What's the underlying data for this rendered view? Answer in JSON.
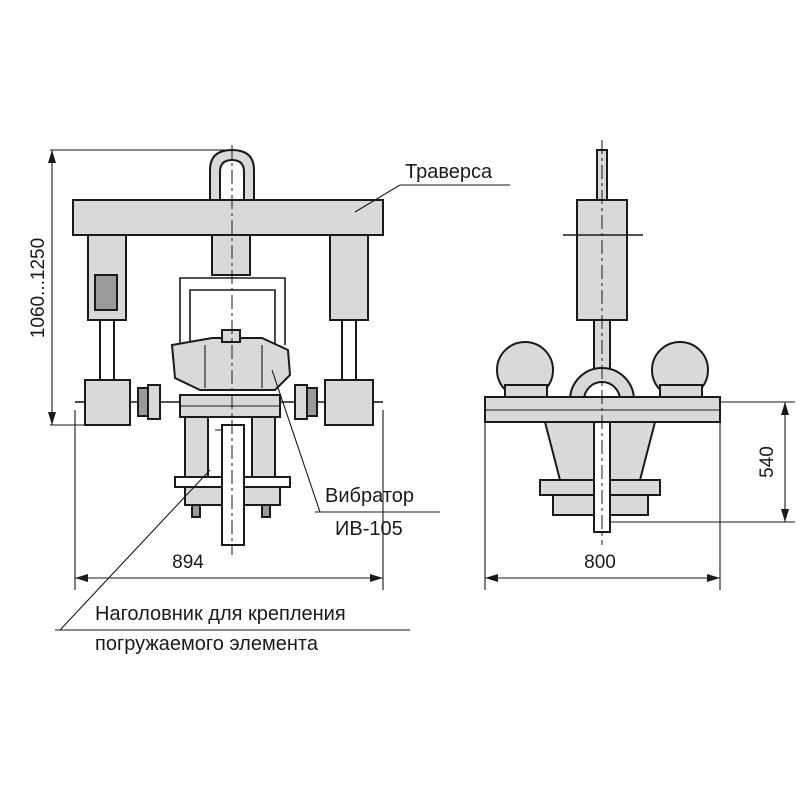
{
  "labels": {
    "traversa": "Траверса",
    "vibrator": "Вибратор",
    "vibrator_model": "ИВ-105",
    "headpiece_line1": "Наголовник для крепления",
    "headpiece_line2": "погружаемого элемента"
  },
  "dimensions": {
    "height_range": "1060...1250",
    "front_width": "894",
    "side_width": "800",
    "side_height": "540"
  }
}
